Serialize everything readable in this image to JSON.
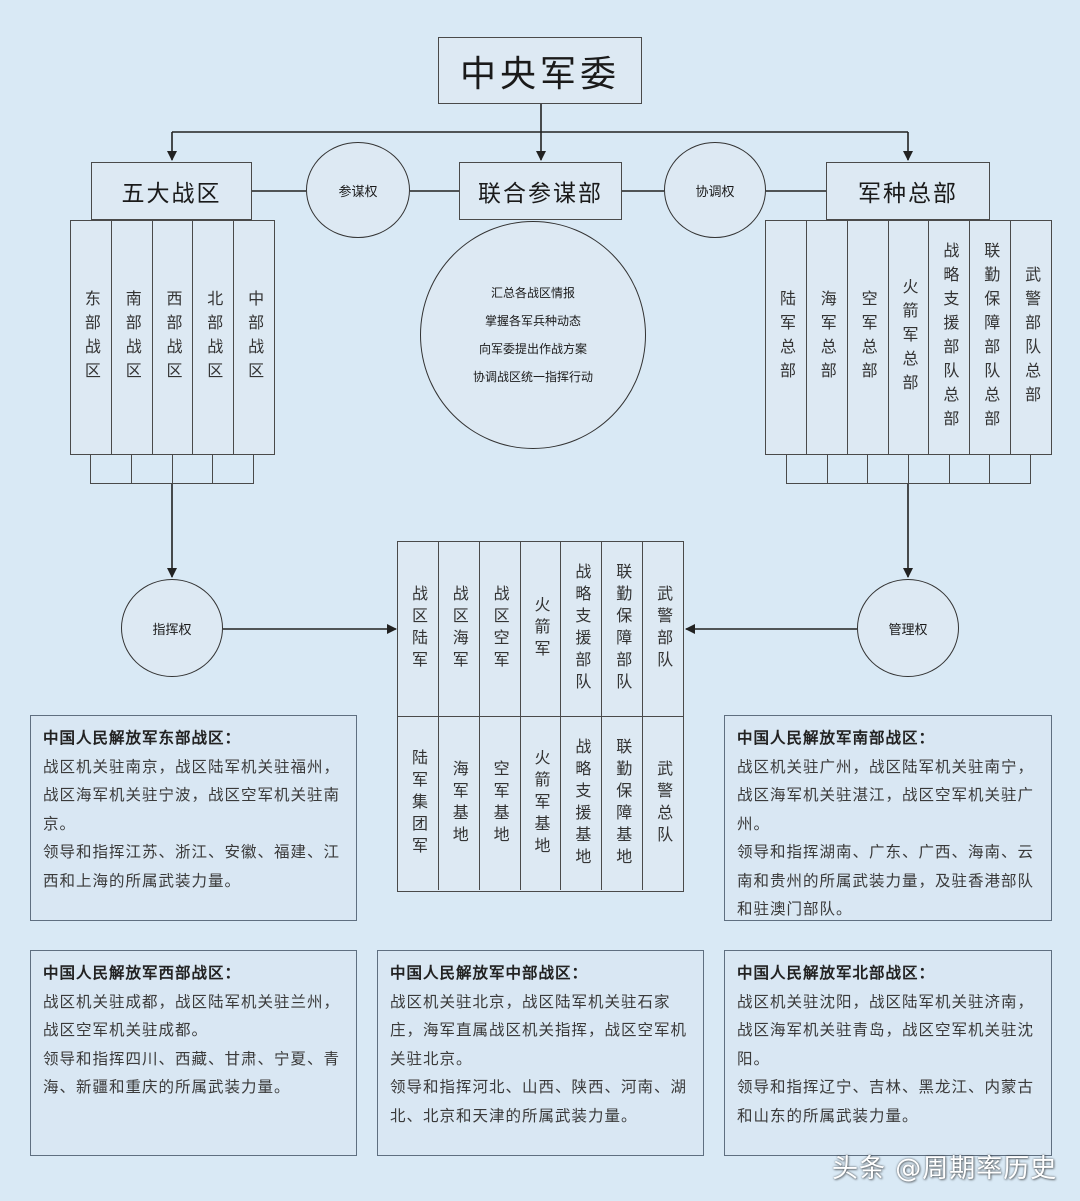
{
  "top": {
    "title": "中央军委"
  },
  "left_head": "五大战区",
  "center_head": "联合参谋部",
  "right_head": "军种总部",
  "circles": {
    "staff": "参谋权",
    "coord": "协调权",
    "command": "指挥权",
    "manage": "管理权"
  },
  "center_tasks": [
    "汇总各战区情报",
    "掌握各军兵种动态",
    "向军委提出作战方案",
    "协调战区统一指挥行动"
  ],
  "theaters": [
    "东部战区",
    "南部战区",
    "西部战区",
    "北部战区",
    "中部战区"
  ],
  "services": [
    "陆军总部",
    "海军总部",
    "空军总部",
    "火箭军总部",
    "战略支援部队总部",
    "联勤保障部队总部",
    "武警部队总部"
  ],
  "matrix": {
    "row1": [
      "战区陆军",
      "战区海军",
      "战区空军",
      "火箭军",
      "战略支援部队",
      "联勤保障部队",
      "武警部队"
    ],
    "row2": [
      "陆军集团军",
      "海军基地",
      "空军基地",
      "火箭军基地",
      "战略支援基地",
      "联勤保障基地",
      "武警总队"
    ]
  },
  "info": {
    "east": {
      "title": "中国人民解放军东部战区：",
      "p1": "战区机关驻南京，战区陆军机关驻福州，战区海军机关驻宁波，战区空军机关驻南京。",
      "p2": "领导和指挥江苏、浙江、安徽、福建、江西和上海的所属武装力量。"
    },
    "south": {
      "title": "中国人民解放军南部战区：",
      "p1": "战区机关驻广州，战区陆军机关驻南宁，战区海军机关驻湛江，战区空军机关驻广州。",
      "p2": "领导和指挥湖南、广东、广西、海南、云南和贵州的所属武装力量，及驻香港部队和驻澳门部队。"
    },
    "west": {
      "title": "中国人民解放军西部战区：",
      "p1": "战区机关驻成都，战区陆军机关驻兰州，战区空军机关驻成都。",
      "p2": "领导和指挥四川、西藏、甘肃、宁夏、青海、新疆和重庆的所属武装力量。"
    },
    "central": {
      "title": "中国人民解放军中部战区：",
      "p1": "战区机关驻北京，战区陆军机关驻石家庄，海军直属战区机关指挥，战区空军机关驻北京。",
      "p2": "领导和指挥河北、山西、陕西、河南、湖北、北京和天津的所属武装力量。"
    },
    "north": {
      "title": "中国人民解放军北部战区：",
      "p1": "战区机关驻沈阳，战区陆军机关驻济南，战区海军机关驻青岛，战区空军机关驻沈阳。",
      "p2": "领导和指挥辽宁、吉林、黑龙江、内蒙古和山东的所属武装力量。"
    }
  },
  "watermark": "头条 @周期率历史"
}
